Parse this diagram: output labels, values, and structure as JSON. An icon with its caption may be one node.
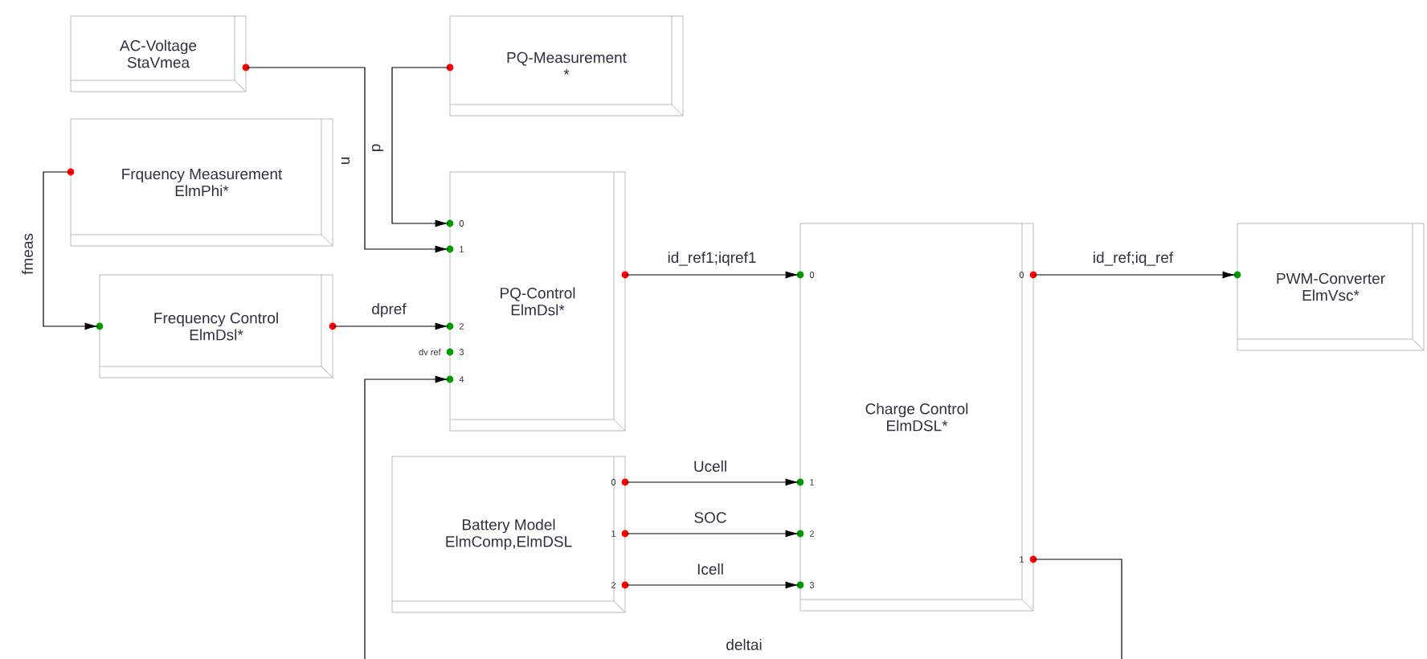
{
  "diagram": {
    "nodes": [
      {
        "text": [
          "AC-Voltage",
          "StaVmea"
        ]
      },
      {
        "text": [
          "PQ-Measurement",
          "*"
        ]
      },
      {
        "text": [
          "Frquency Measurement",
          "ElmPhi*"
        ]
      },
      {
        "text": [
          "Frequency Control",
          "ElmDsl*"
        ]
      },
      {
        "text": [
          "PQ-Control",
          "ElmDsl*"
        ]
      },
      {
        "text": [
          "Charge Control",
          "ElmDSL*"
        ]
      },
      {
        "text": [
          "PWM-Converter",
          "ElmVsc*"
        ]
      },
      {
        "text": [
          "Battery Model",
          "ElmComp,ElmDSL"
        ]
      }
    ],
    "edges": [
      {
        "from": 0,
        "to": 4,
        "arrow": "to",
        "label": "u"
      },
      {
        "from": 1,
        "to": 4,
        "arrow": "to",
        "label": "p"
      },
      {
        "from": 2,
        "to": 3,
        "arrow": "to",
        "label": "fmeas"
      },
      {
        "from": 3,
        "to": 4,
        "arrow": "to",
        "label": "dpref"
      },
      {
        "from": 4,
        "to": 5,
        "arrow": "to",
        "label": "id_ref1;iqref1"
      },
      {
        "from": 5,
        "to": 6,
        "arrow": "to",
        "label": "id_ref;iq_ref"
      },
      {
        "from": 7,
        "to": 5,
        "arrow": "to",
        "label": "Ucell"
      },
      {
        "from": 7,
        "to": 5,
        "arrow": "to",
        "label": "SOC"
      },
      {
        "from": 7,
        "to": 5,
        "arrow": "to",
        "label": "Icell"
      },
      {
        "from": 5,
        "to": 4,
        "arrow": "to",
        "label": "deltai"
      }
    ],
    "labels": [
      "0",
      "1",
      "2",
      "dv ref",
      "3",
      "4",
      "0",
      "0",
      "1",
      "2",
      "3",
      "1",
      "0",
      "1",
      "2"
    ]
  }
}
